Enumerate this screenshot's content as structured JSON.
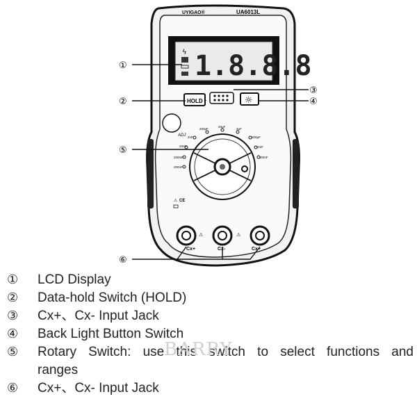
{
  "device": {
    "brand": "UYIGAO®",
    "model": "UA6013L",
    "lcd_digits": "1.8.8.8",
    "hold_label": "HOLD",
    "backlight_symbol": "☼",
    "mode_tag": "ADJ",
    "range_labels": [
      "20nF",
      "2nF",
      "200pF",
      "20µF",
      "2µF",
      "200µF",
      "2mF",
      "20mF",
      "200mF",
      "200nF"
    ],
    "jack_labels": [
      "Cx+",
      "Cx-",
      "Cx+"
    ],
    "ce_mark": "CE"
  },
  "callouts": [
    "①",
    "②",
    "③",
    "④",
    "⑤",
    "⑥"
  ],
  "legend": [
    {
      "num": "①",
      "text": "LCD Display"
    },
    {
      "num": "②",
      "text": "Data-hold Switch (HOLD)"
    },
    {
      "num": "③",
      "text": "Cx+、Cx- Input Jack"
    },
    {
      "num": "④",
      "text": "Back Light Button Switch"
    },
    {
      "num": "⑤",
      "text": "Rotary Switch: use this switch to select functions and"
    },
    {
      "num": "",
      "text": "ranges"
    },
    {
      "num": "⑥",
      "text": "Cx+、Cx- Input Jack"
    }
  ],
  "watermark": "BARRY"
}
